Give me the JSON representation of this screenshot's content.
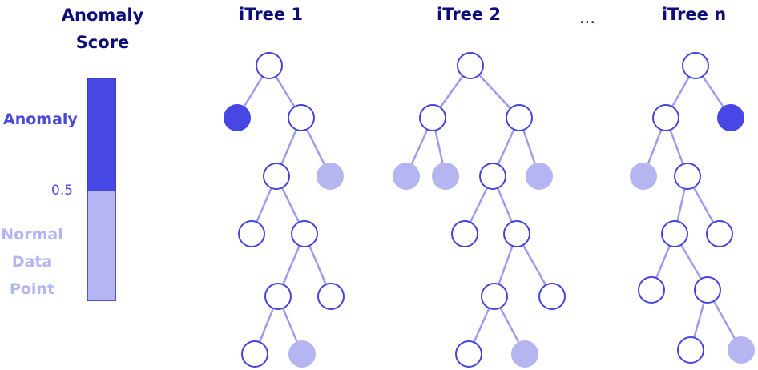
{
  "scale": {
    "title_line1": "Anomaly",
    "title_line2": "Score",
    "anomaly_label": "Anomaly",
    "threshold_label": "0.5",
    "normal_line1": "Normal",
    "normal_line2": "Data",
    "normal_line3": "Point"
  },
  "trees": {
    "tree1_title": "iTree 1",
    "tree2_title": "iTree 2",
    "ellipsis": "...",
    "treen_title": "iTree n"
  },
  "colors": {
    "anomaly": "#4747e6",
    "normal": "#b5b5f2",
    "node_stroke": "#4444d9",
    "edge": "#9d9ded",
    "title": "#0d0d7a"
  }
}
